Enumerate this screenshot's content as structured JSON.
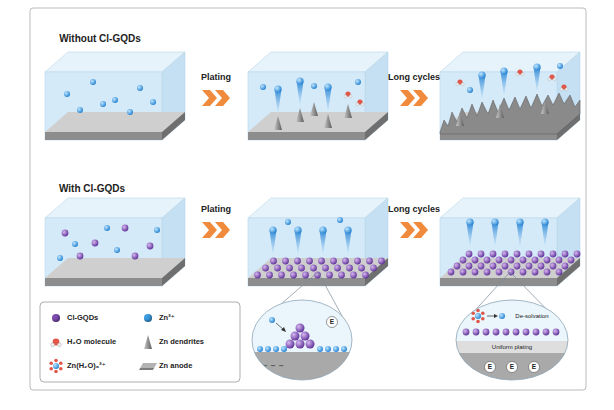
{
  "diagram": {
    "labels": [
      "Without Cl-GQDs",
      "Plating",
      "Long cycles",
      "With Cl-GQDs",
      "Plating",
      "Long cycles",
      "E",
      "De-solvation",
      "Uniform plating",
      "E",
      "E",
      "E"
    ],
    "legend": [
      {
        "text": "Cl-GQDs",
        "color": "#7d4bb0"
      },
      {
        "text": "Zn²⁺",
        "color": "#3a9be0"
      },
      {
        "text": "H₂O molecule"
      },
      {
        "text": "Zn dendrites"
      },
      {
        "text": "Zn(H₂O)₆²⁺"
      },
      {
        "text": "Zn anode",
        "color": "#b3b3b3"
      }
    ]
  }
}
